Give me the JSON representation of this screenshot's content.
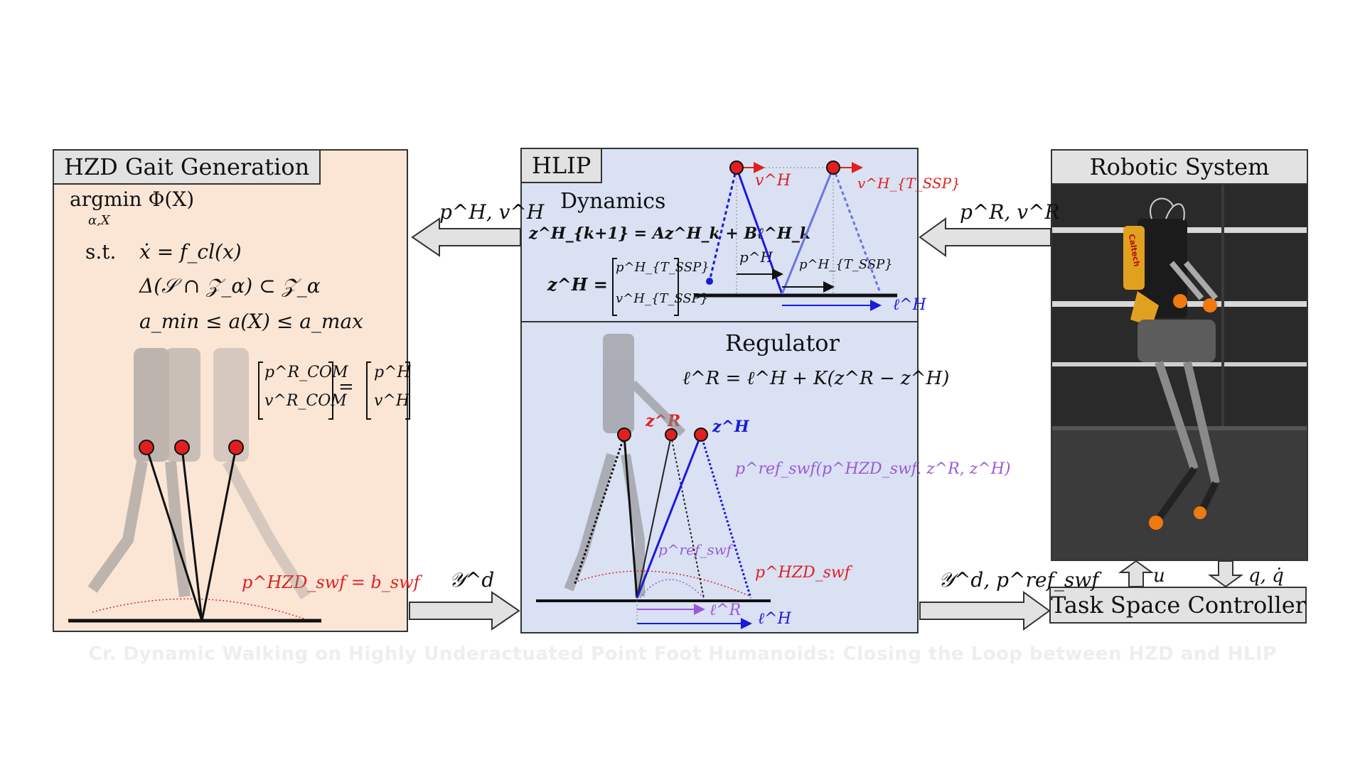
{
  "panels": {
    "hzd": {
      "title": "HZD Gait Generation",
      "objective": "argmin Φ(X)",
      "objective_sub": "α,X",
      "st": "s.t.",
      "c1": "ẋ = f_cl(x)",
      "c2": "Δ(𝒮 ∩ 𝒵_α) ⊂ 𝒵_α",
      "c3": "a_min ≤ a(X) ≤ a_max",
      "match_lhs_1": "p^R_COM",
      "match_lhs_2": "v^R_COM",
      "match_eq": "=",
      "match_rhs_1": "p^H",
      "match_rhs_2": "v^H",
      "swf_label": "p^HZD_swf = b_swf"
    },
    "hlip": {
      "title": "HLIP",
      "dynamics_title": "Dynamics",
      "dyn_eq": "z^H_{k+1} = Az^H_k + Bℓ^H_k",
      "state_lhs": "z^H =",
      "state_1": "p^H_{T_SSP}",
      "state_2": "v^H_{T_SSP}",
      "fig_v": "v^H",
      "fig_vT": "v^H_{T_SSP}",
      "fig_p": "p^H",
      "fig_pT": "p^H_{T_SSP}",
      "fig_l": "ℓ^H"
    },
    "regulator": {
      "title": "Regulator",
      "law": "ℓ^R = ℓ^H + K(z^R − z^H)",
      "zR": "z^R",
      "zH": "z^H",
      "pref_label": "p^ref_swf(p^HZD_swf, z^R, z^H)",
      "pref_short": "p^ref_swf",
      "phzd": "p^HZD_swf",
      "lR": "ℓ^R",
      "lH": "ℓ^H"
    },
    "robot": {
      "title": "Robotic System",
      "logo": "Caltech"
    },
    "controller": {
      "title": "Task Space Controller",
      "u": "u",
      "qq": "q, q̇"
    }
  },
  "arrows": {
    "hlip_to_hzd": "p^H, v^H",
    "robot_to_hlip": "p^R, v^R",
    "hzd_to_reg": "𝒴^d",
    "reg_to_ctrl": "𝒴^d, p^ref_swf"
  },
  "caption": "Cr. Dynamic Walking on Highly Underactuated Point Foot Humanoids: Closing the Loop between HZD and HLIP",
  "colors": {
    "hzd_bg": "#fbe6d6",
    "hlip_bg": "#d9e1f3",
    "arrow_fill": "#e2e2e2",
    "red": "#e02020",
    "blue": "#1a1adc",
    "violet": "#9a5ad8"
  }
}
